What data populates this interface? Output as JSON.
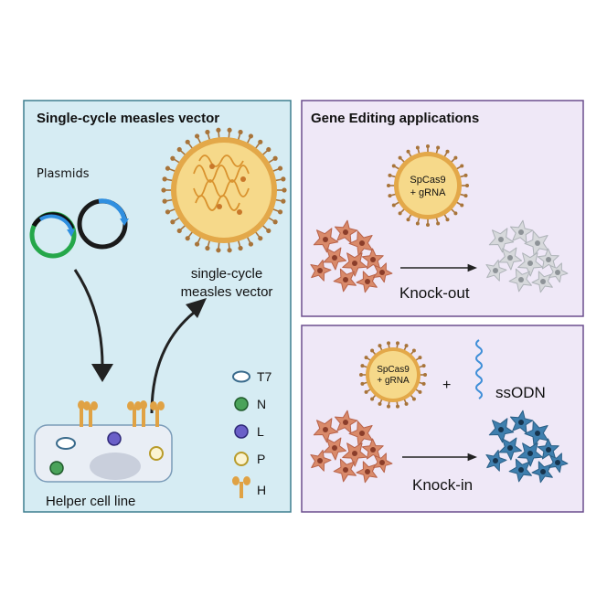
{
  "left_panel": {
    "title": "Single-cycle measles vector",
    "plasmids_label": "Plasmids",
    "vector_label_line1": "single-cycle",
    "vector_label_line2": "measles vector",
    "helper_label": "Helper cell line",
    "legend": [
      {
        "key": "T7",
        "label": "T7",
        "color": "#ffffff",
        "stroke": "#3a6b8c"
      },
      {
        "key": "N",
        "label": "N",
        "color": "#4aa35a",
        "stroke": "#1f5a2b"
      },
      {
        "key": "L",
        "label": "L",
        "color": "#6a5fc8",
        "stroke": "#2e2878"
      },
      {
        "key": "P",
        "label": "P",
        "color": "#fbf4d2",
        "stroke": "#b89b2a"
      },
      {
        "key": "H",
        "label": "H",
        "color": "#e0a244",
        "stroke": "#b07822"
      }
    ]
  },
  "right_top": {
    "title": "Gene Editing applications",
    "virus_line1": "SpCas9",
    "virus_line2": "+ gRNA",
    "arrow_label": "Knock-out"
  },
  "right_bottom": {
    "virus_line1": "SpCas9",
    "virus_line2": "+ gRNA",
    "plus": "+",
    "ssodn_label": "ssODN",
    "arrow_label": "Knock-in"
  },
  "colors": {
    "left_bg": "#d6ecf3",
    "left_border": "#3f7f8f",
    "right_bg": "#efe8f7",
    "right_border": "#6b4e8e",
    "virus_core": "#f6d98a",
    "virus_ring": "#e3a849",
    "spike": "#a8743a",
    "cell_orange": "#d98a6a",
    "cell_gray": "#d7d9dc",
    "cell_blue": "#3f7fae",
    "plasmid_blue": "#2f8fe0",
    "plasmid_green": "#25a74a"
  }
}
